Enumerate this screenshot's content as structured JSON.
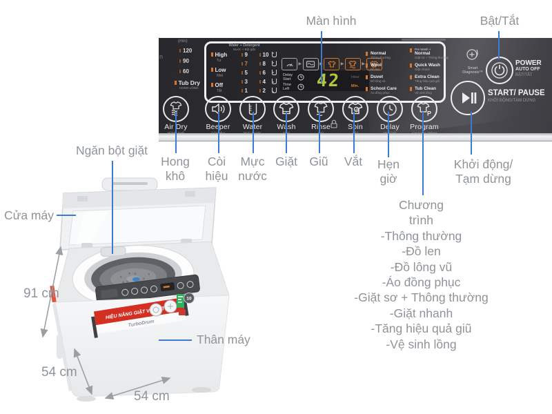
{
  "colors": {
    "leader_line": "#3c7cd0",
    "label_text": "#8f9499",
    "panel_background": "#2e2d31",
    "accent_orange": "#d9772c",
    "display_digits": "#b6c63e",
    "banner_red": "#d33023"
  },
  "callouts": {
    "man_hinh": "Màn hình",
    "bat_tat": "Bật/Tắt",
    "ngan_bot_giat": "Ngăn bột giặt",
    "cua_may": "Cửa máy",
    "hong_kho": "Hong\nkhô",
    "coi_hieu": "Còi\nhiệu",
    "muc_nuoc": "Mực\nnước",
    "giat": "Giặt",
    "giu": "Giũ",
    "vat": "Vắt",
    "hen_gio": "Hẹn\ngiờ",
    "khoi_dong": "Khởi động/\nTạm dừng",
    "than_may": "Thân máy",
    "program_lines": [
      "Chương",
      "trình",
      "-Thông thường",
      "-Đồ len",
      "-Đồ lông vũ",
      "-Áo đồng phục",
      "-Giặt sơ + Thông thường",
      "-Giặt nhanh",
      "-Tăng hiệu quả giũ",
      "-Vệ sinh lồng"
    ]
  },
  "dimensions": {
    "height": "91 cm",
    "depth": "54 cm",
    "width": "54 cm"
  },
  "panel": {
    "edge_text": "n",
    "timer": {
      "unit": "(min)",
      "marks": [
        "120",
        "90",
        "60"
      ],
      "tub_dry": "Tub Dry",
      "tub_dry_sub": "HONG LỒNG"
    },
    "water": {
      "title": "Water + Detergent",
      "subtitle": "Nước + Bột giặt",
      "levels": [
        {
          "en": "High",
          "vi": "Tự"
        },
        {
          "en": "Low",
          "vi": "Nhỏ"
        },
        {
          "en": "Off",
          "vi": "Tắt"
        }
      ],
      "numbers_left": [
        "9",
        "7",
        "5",
        "3",
        "1"
      ],
      "numbers_right": [
        "10",
        "8",
        "6",
        "4",
        "2"
      ]
    },
    "display": {
      "delay_start": "Delay\nStart",
      "time_left": "Time\nLeft",
      "value": "42",
      "hour": "Hour",
      "minute": "Min."
    },
    "programs_left": [
      {
        "en": "Normal",
        "vi": "Thông thường"
      },
      {
        "en": "Wool",
        "vi": "Đồ len"
      },
      {
        "en": "Duvet",
        "vi": "Đồ lông vũ"
      },
      {
        "en": "School Care",
        "vi": "Áo đồng phục"
      }
    ],
    "programs_right": [
      {
        "pre": "Pre Wash +",
        "en": "Normal",
        "vi": "Giặt sơ + Thông thường"
      },
      {
        "en": "Quick Wash",
        "vi": "Giặt nhanh"
      },
      {
        "en": "Extra Clean",
        "vi": "Tăng hiệu quả giũ"
      },
      {
        "en": "Tub Clean",
        "vi": "Vệ sinh lồng"
      }
    ],
    "buttons": [
      {
        "label": "Air Dry",
        "sub": "HONG KHÔ"
      },
      {
        "label": "Beeper",
        "sub": "CÒI HIỆU"
      },
      {
        "label": "Water",
        "sub": "MỰC NƯỚC"
      },
      {
        "label": "Wash",
        "sub": "GIẶT"
      },
      {
        "label": "Rinse",
        "sub": "GIŨ"
      },
      {
        "label": "Spin",
        "sub": "VẮT"
      },
      {
        "label": "Delay",
        "sub": "HẸN GIỜ"
      },
      {
        "label": "Program",
        "sub": "CHƯƠNG TRÌNH"
      }
    ],
    "smart_diagnosis": "Smart\nDiagnosis™",
    "power": {
      "l1": "POWER",
      "l2": "AUTO OFF",
      "l3": "BẬT/TẮT"
    },
    "start_pause": {
      "l1": "START/ PAUSE",
      "l2": "KHỞI ĐỘNG/TẠM DỪNG"
    }
  },
  "machine": {
    "banner": "HIỆU NĂNG GIẶT VƯỢT TRỘI",
    "banner_sub": "TurboDrum",
    "badge_10": "10"
  }
}
